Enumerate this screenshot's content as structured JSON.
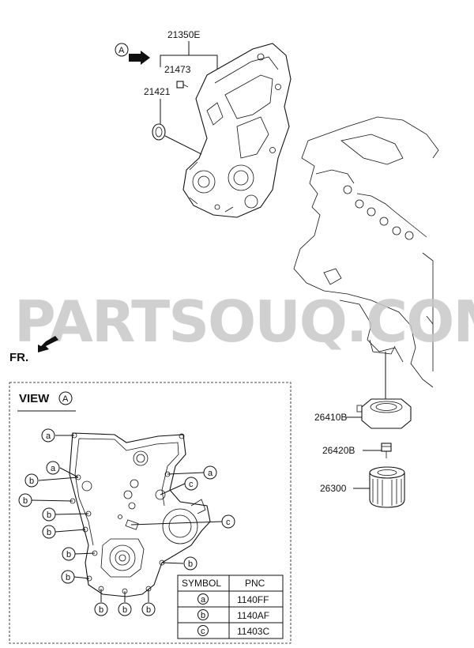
{
  "parts": {
    "p21350E": "21350E",
    "p21473": "21473",
    "p21421": "21421",
    "p26410B": "26410B",
    "p26420B": "26420B",
    "p26300": "26300"
  },
  "view_ref": "A",
  "direction_label": "FR.",
  "watermark": "PARTSOUQ.COM",
  "view": {
    "title": "VIEW",
    "ref": "A"
  },
  "callouts": {
    "a": "a",
    "b": "b",
    "c": "c"
  },
  "table": {
    "headers": [
      "SYMBOL",
      "PNC"
    ],
    "rows": [
      {
        "symbol": "a",
        "pnc": "1140FF"
      },
      {
        "symbol": "b",
        "pnc": "1140AF"
      },
      {
        "symbol": "c",
        "pnc": "11403C"
      }
    ]
  }
}
